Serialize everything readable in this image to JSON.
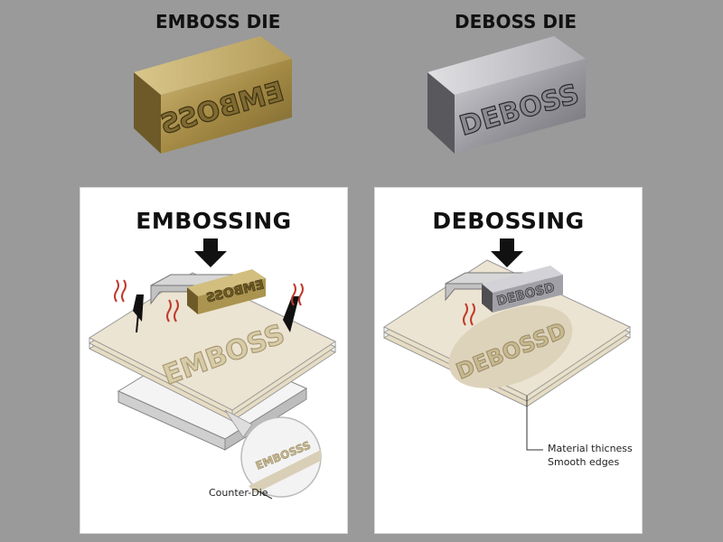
{
  "emboss_die": {
    "title": "EMBOSS DIE",
    "die_text": "EMBOSS",
    "color": "#b8a36a"
  },
  "deboss_die": {
    "title": "DEBOSS DIE",
    "die_text": "DEBOSS",
    "color": "#9a9a9e"
  },
  "embossing_panel": {
    "title": "EMBOSSING",
    "die_text": "EMBOSS",
    "paper_text": "EMBOSS",
    "magnifier_text": "EMBOSSS",
    "counter_die_label": "Counter-Die"
  },
  "debossing_panel": {
    "title": "DEBOSSING",
    "die_text": "DEBOSD",
    "paper_text": "DEBOSSD",
    "note_line1": "Material thicness",
    "note_line2": "Smooth edges"
  },
  "colors": {
    "background": "#9a9a9a",
    "paper": "#ece4d2",
    "heat": "#c0392b",
    "brass": "#b8a36a",
    "steel": "#9a9a9e"
  }
}
